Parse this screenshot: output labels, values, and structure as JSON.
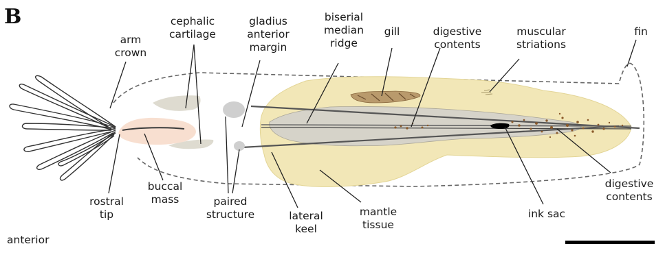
{
  "panel_label": "B",
  "labels": {
    "arm_crown": [
      "arm",
      "crown"
    ],
    "cephalic_cartilage": [
      "cephalic",
      "cartilage"
    ],
    "gladius_anterior_margin": [
      "gladius",
      "anterior",
      "margin"
    ],
    "biserial_median_ridge": [
      "biserial",
      "median",
      "ridge"
    ],
    "gill": [
      "gill"
    ],
    "digestive_contents_top": [
      "digestive",
      "contents"
    ],
    "muscular_striations": [
      "muscular",
      "striations"
    ],
    "fin": [
      "fin"
    ],
    "rostral_tip": [
      "rostral",
      "tip"
    ],
    "buccal_mass": [
      "buccal",
      "mass"
    ],
    "paired_structure": [
      "paired",
      "structure"
    ],
    "lateral_keel": [
      "lateral",
      "keel"
    ],
    "mantle_tissue": [
      "mantle",
      "tissue"
    ],
    "ink_sac": [
      "ink sac"
    ],
    "digestive_contents_right": [
      "digestive",
      "contents"
    ],
    "orientation": [
      "anterior"
    ]
  },
  "colors": {
    "mantle_tissue": "#f2e7b7",
    "mantle_edge": "#e3d596",
    "gladius": "#d6d3c9",
    "buccal_mass": "#f7dccb",
    "cartilage": "#dedbd0",
    "paired_structure": "#cfcfcf",
    "outline": "#555555",
    "gill": "#9b7b55",
    "ink_sac": "#000000",
    "digestive_specks": "#8a5a2b",
    "scale_bar": "#000000"
  }
}
